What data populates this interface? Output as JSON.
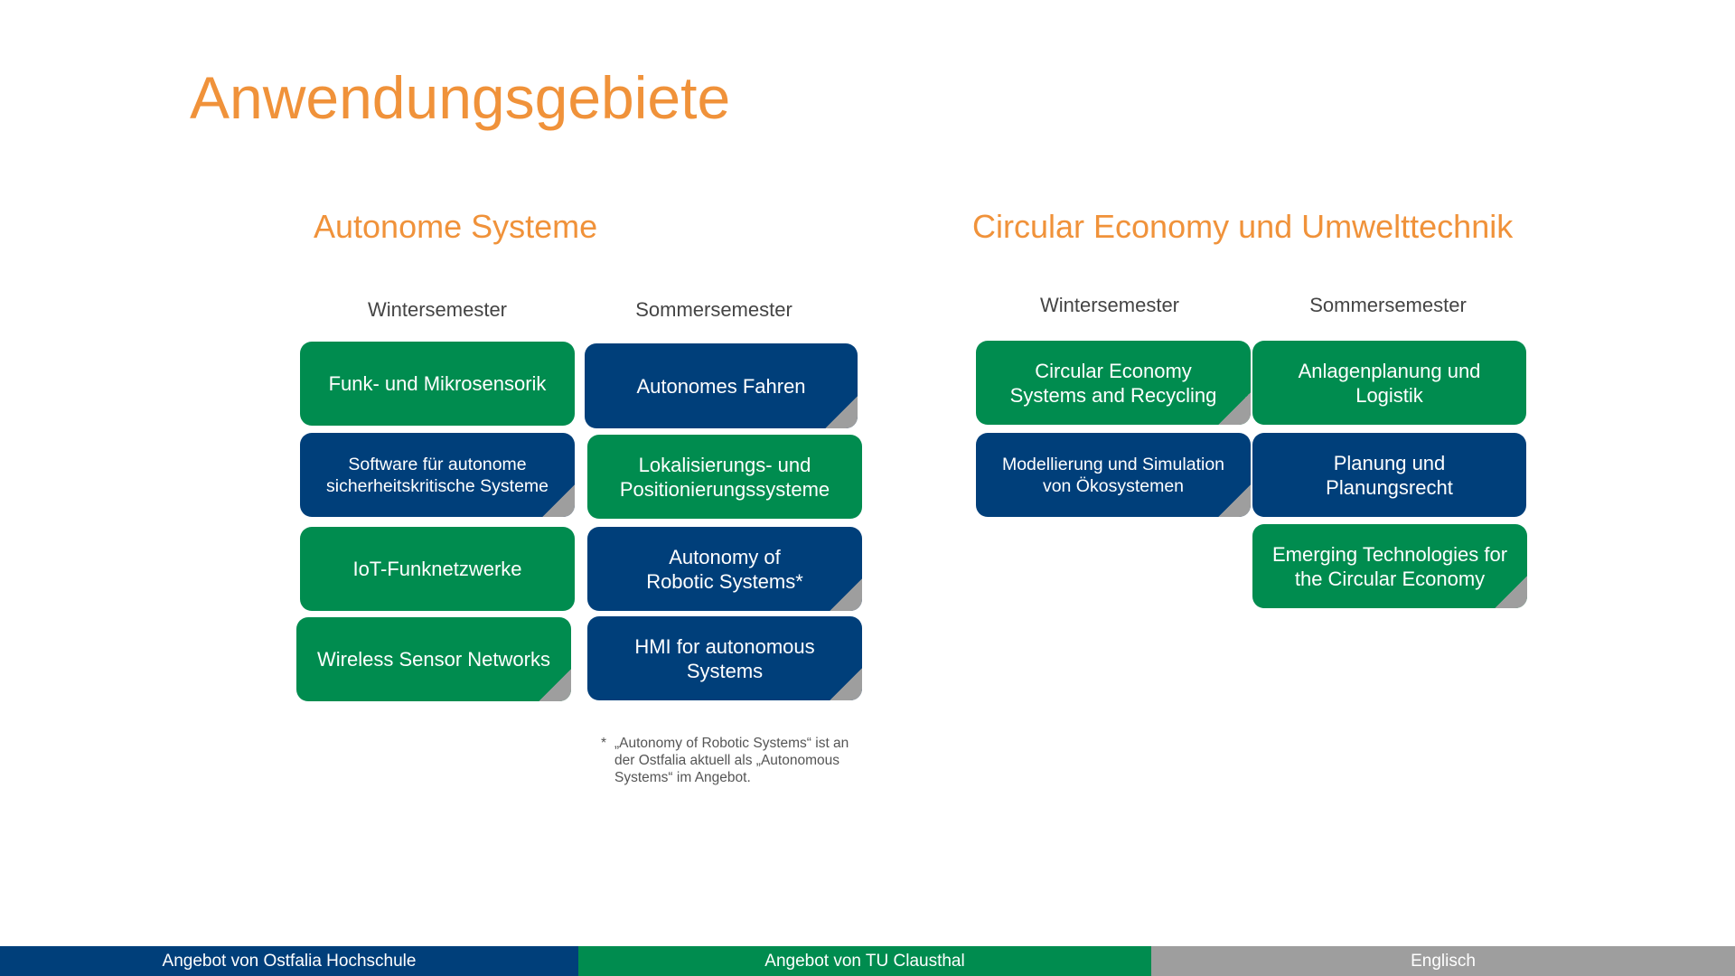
{
  "title": "Anwendungsgebiete",
  "sections": [
    {
      "heading": "Autonome Systeme",
      "winter_label": "Wintersemester",
      "summer_label": "Sommersemester",
      "winter": [
        {
          "label": "Funk- und Mikrosensorik",
          "provider": "TU Clausthal",
          "english": false
        },
        {
          "label": "Software für autonome sicherheitskritische  Systeme",
          "provider": "Ostfalia Hochschule",
          "english": true
        },
        {
          "label": "IoT-Funknetzwerke",
          "provider": "TU Clausthal",
          "english": false
        },
        {
          "label": "Wireless Sensor Networks",
          "provider": "TU Clausthal",
          "english": true
        }
      ],
      "summer": [
        {
          "label": "Autonomes Fahren",
          "provider": "Ostfalia Hochschule",
          "english": true
        },
        {
          "label": "Lokalisierungs- und Positionierungssysteme",
          "provider": "TU Clausthal",
          "english": false
        },
        {
          "label": "Autonomy of Robotic Systems*",
          "provider": "Ostfalia Hochschule",
          "english": true
        },
        {
          "label": "HMI for autonomous Systems",
          "provider": "Ostfalia Hochschule",
          "english": true
        }
      ],
      "footnote_marker": "*",
      "footnote": "„Autonomy of Robotic Systems“ ist an der Ostfalia aktuell als „Autonomous Systems“ im Angebot."
    },
    {
      "heading": "Circular Economy und Umwelttechnik",
      "winter_label": "Wintersemester",
      "summer_label": "Sommersemester",
      "winter": [
        {
          "label": "Circular Economy Systems and Recycling",
          "provider": "TU Clausthal",
          "english": true
        },
        {
          "label": "Modellierung und Simulation von Ökosystemen",
          "provider": "Ostfalia Hochschule",
          "english": true
        }
      ],
      "summer": [
        {
          "label": "Anlagenplanung und Logistik",
          "provider": "TU Clausthal",
          "english": false
        },
        {
          "label": "Planung und Planungsrecht",
          "provider": "Ostfalia Hochschule",
          "english": false
        },
        {
          "label": "Emerging Technologies for the Circular Economy",
          "provider": "TU Clausthal",
          "english": true
        }
      ]
    }
  ],
  "legend": {
    "ostfalia": "Angebot von Ostfalia Hochschule",
    "clausthal": "Angebot von TU Clausthal",
    "english": "Englisch"
  },
  "colors": {
    "accent": "#F0923A",
    "ostfalia": "#003F7A",
    "clausthal": "#008C4F",
    "english": "#9E9E9E"
  }
}
